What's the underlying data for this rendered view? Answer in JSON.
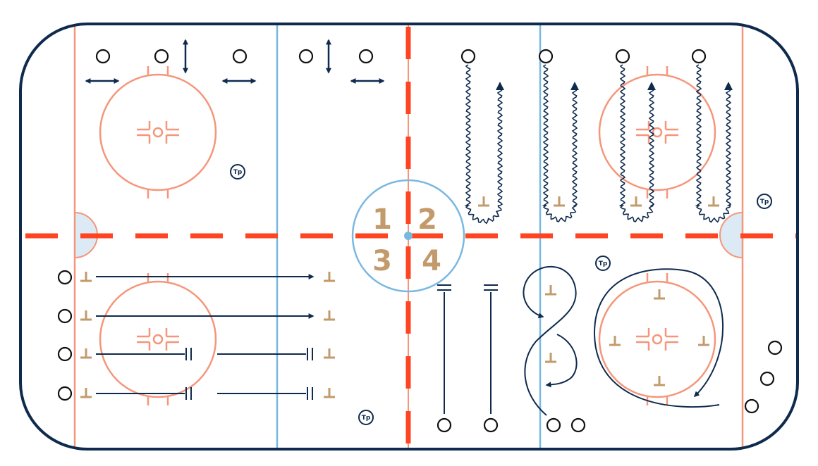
{
  "zone_numbers": [
    "1",
    "2",
    "3",
    "4"
  ],
  "coach_marker_label": "Tp",
  "colors": {
    "board": "#0e2a4d",
    "goal_line": "#f5967a",
    "blue_line": "#7ab8e0",
    "center_line": "#ff4422",
    "crease_fill": "#dceaf6",
    "cone": "#c39a6b",
    "player": "#111111",
    "arrow": "#0e2a4d"
  },
  "icons": {
    "player": "circle-outline",
    "cone": "inverted-t",
    "coach": "circled-text",
    "skate_path": "arrow-line",
    "stickhandle_path": "wavy-arrow",
    "stop_line": "double-bar",
    "faceoff_dot": "crosshair-circle"
  }
}
